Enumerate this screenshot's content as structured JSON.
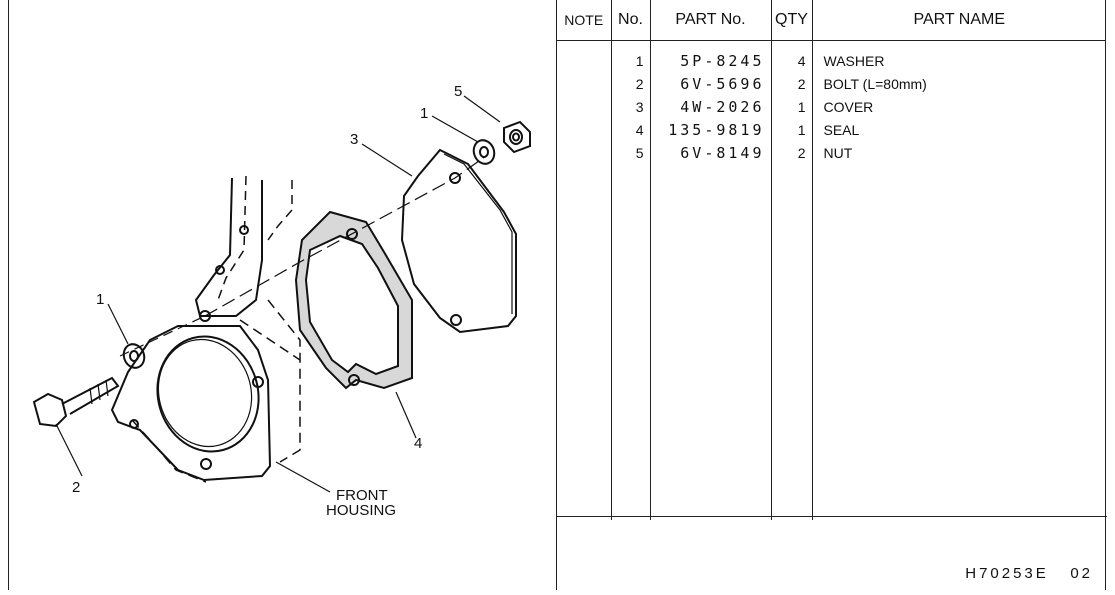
{
  "table": {
    "headers": {
      "note": "NOTE",
      "no": "No.",
      "part_no": "PART No.",
      "qty": "QTY",
      "part_name": "PART NAME"
    },
    "rows": [
      {
        "no": "1",
        "part_no": "5P-8245",
        "qty": "4",
        "name": "WASHER"
      },
      {
        "no": "2",
        "part_no": "6V-5696",
        "qty": "2",
        "name": "BOLT (L=80mm)"
      },
      {
        "no": "3",
        "part_no": "4W-2026",
        "qty": "1",
        "name": "COVER"
      },
      {
        "no": "4",
        "part_no": "135-9819",
        "qty": "1",
        "name": "SEAL"
      },
      {
        "no": "5",
        "part_no": "6V-8149",
        "qty": "2",
        "name": "NUT"
      }
    ]
  },
  "diagram": {
    "callouts": {
      "c1a": "1",
      "c1b": "1",
      "c2": "2",
      "c3": "3",
      "c4": "4",
      "c5": "5"
    },
    "housing_label_line1": "FRONT",
    "housing_label_line2": "HOUSING"
  },
  "footer": {
    "code": "H70253E",
    "page": "02"
  }
}
